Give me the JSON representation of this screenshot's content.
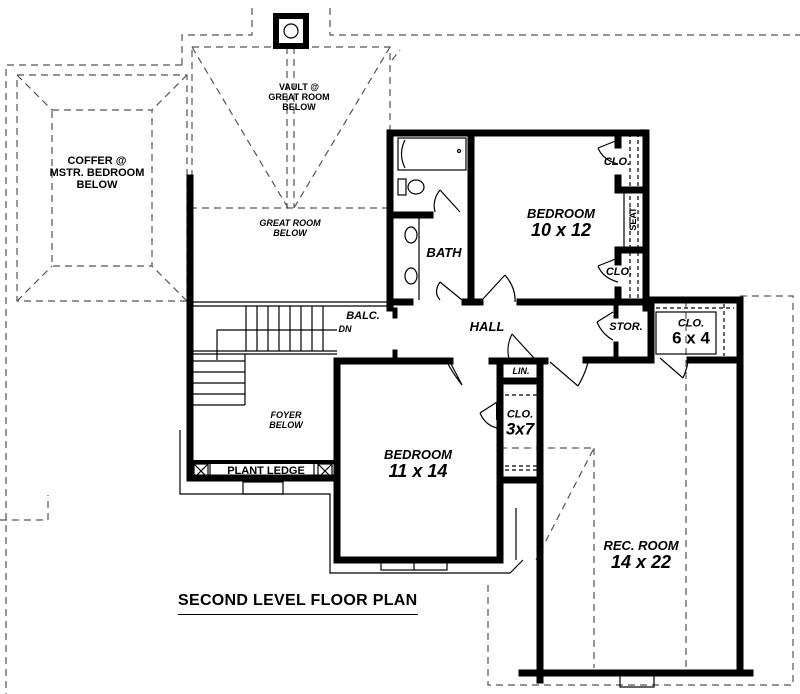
{
  "title": "SECOND LEVEL FLOOR PLAN",
  "colors": {
    "wall": "#000000",
    "dashed": "#555555",
    "background": "#ffffff"
  },
  "rooms": {
    "coffer": {
      "line1": "COFFER @",
      "line2": "MSTR. BEDROOM",
      "line3": "BELOW"
    },
    "vault": {
      "line1": "VAULT @",
      "line2": "GREAT ROOM",
      "line3": "BELOW"
    },
    "great_room": {
      "line1": "GREAT ROOM",
      "line2": "BELOW"
    },
    "bath": {
      "label": "BATH"
    },
    "bedroom1": {
      "label": "BEDROOM",
      "size": "10 x 12"
    },
    "closet1": {
      "label": "CLO."
    },
    "seat": {
      "label": "SEAT"
    },
    "closet2": {
      "label": "CLO."
    },
    "balcony": {
      "label": "BALC.",
      "stair_dir": "DN"
    },
    "hall": {
      "label": "HALL"
    },
    "storage": {
      "label": "STOR."
    },
    "closet3": {
      "label": "CLO.",
      "size": "6 x 4"
    },
    "linen": {
      "label": "LIN."
    },
    "closet4": {
      "label": "CLO.",
      "size": "3x7"
    },
    "foyer": {
      "line1": "FOYER",
      "line2": "BELOW"
    },
    "plant_ledge": {
      "label": "PLANT LEDGE"
    },
    "bedroom2": {
      "label": "BEDROOM",
      "size": "11 x 14"
    },
    "rec_room": {
      "label": "REC. ROOM",
      "size": "14 x 22"
    }
  }
}
